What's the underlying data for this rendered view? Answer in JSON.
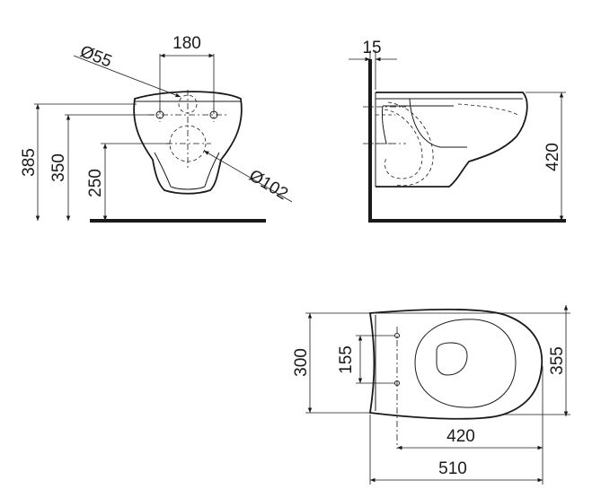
{
  "front_view": {
    "dim_width": "180",
    "dim_pipe_small": "Ø55",
    "dim_pipe_large": "Ø102",
    "dim_h_total": "385",
    "dim_h_mount": "350",
    "dim_h_outlet": "250"
  },
  "side_view": {
    "dim_offset": "15",
    "dim_height": "420"
  },
  "top_view": {
    "dim_width": "300",
    "dim_bolt_spacing": "155",
    "dim_depth_full": "355",
    "dim_len_bowl": "420",
    "dim_len_total": "510"
  }
}
